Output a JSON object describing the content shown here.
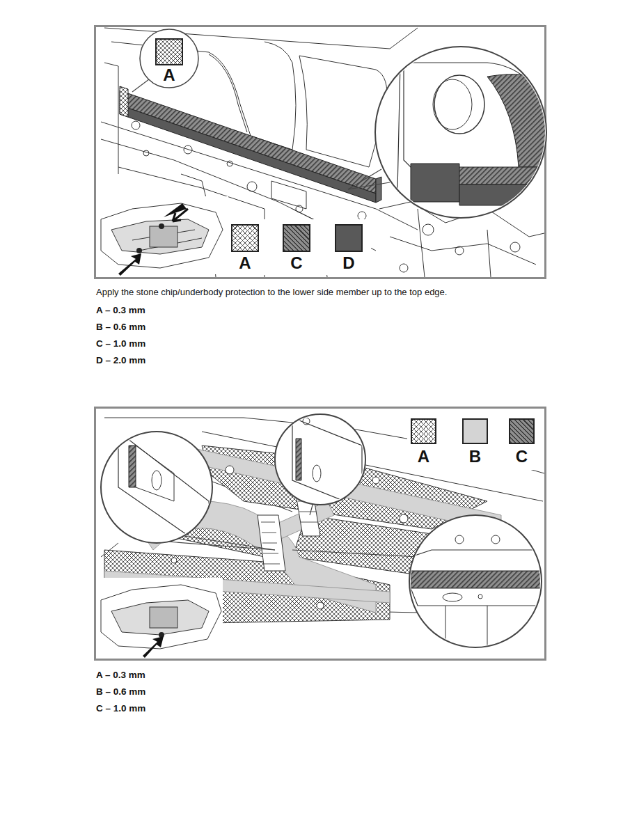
{
  "diagram": {
    "labels": [
      "A",
      "Apply the stone chip/underbody protection to the lower side member up to the top edge.",
      "A – 0.3 mm",
      "B – 0.6 mm",
      "C – 1.0 mm",
      "D – 2.0 mm",
      "A – 0.3 mm",
      "B – 0.6 mm",
      "C – 1.0 mm"
    ],
    "legend": [
      {
        "text": "A"
      },
      {
        "text": "C"
      },
      {
        "text": "D",
        "color": "#595959"
      },
      {
        "text": "A"
      },
      {
        "text": "B",
        "color": "#d4d4d4"
      },
      {
        "text": "C"
      }
    ]
  }
}
